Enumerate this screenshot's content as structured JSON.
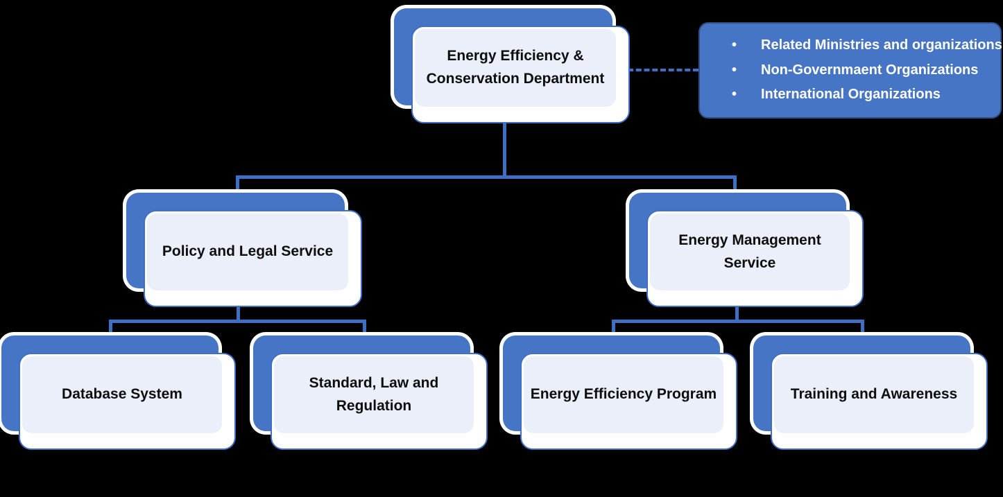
{
  "diagram": {
    "type": "organizational-chart",
    "title": "Energy Efficiency & Conservation Department organizational structure",
    "root": {
      "label": "Energy Efficiency &\nConservation  Department",
      "line1": "Energy Efficiency &",
      "line2": "Conservation  Department"
    },
    "divisions": [
      {
        "id": "policy-and-legal-service",
        "line1": "Policy and Legal Service",
        "line2": "",
        "children": [
          {
            "id": "database-system",
            "line1": "Database System",
            "line2": ""
          },
          {
            "id": "standard-law-and-regulation",
            "line1": "Standard, Law and",
            "line2": "Regulation"
          }
        ]
      },
      {
        "id": "energy-management-service",
        "line1": "Energy Management",
        "line2": "Service",
        "children": [
          {
            "id": "energy-efficiency-program",
            "line1": "Energy Efficiency  Program",
            "line2": ""
          },
          {
            "id": "training-and-awareness",
            "line1": "Training and Awareness",
            "line2": ""
          }
        ]
      }
    ],
    "stakeholders": {
      "items": [
        "Related Ministries and organizations",
        "Non-Governmaent Organizations",
        "International Organizations"
      ]
    },
    "colors": {
      "accent_blue": "#4575c4",
      "line_blue": "#3d6fc4",
      "border_blue": "#3f6fc6",
      "panel_fill": "#eaeffa",
      "card_fill": "#ffffff",
      "text_dark": "#0d0d0d",
      "text_light": "#ffffff",
      "background": "#000000"
    }
  }
}
